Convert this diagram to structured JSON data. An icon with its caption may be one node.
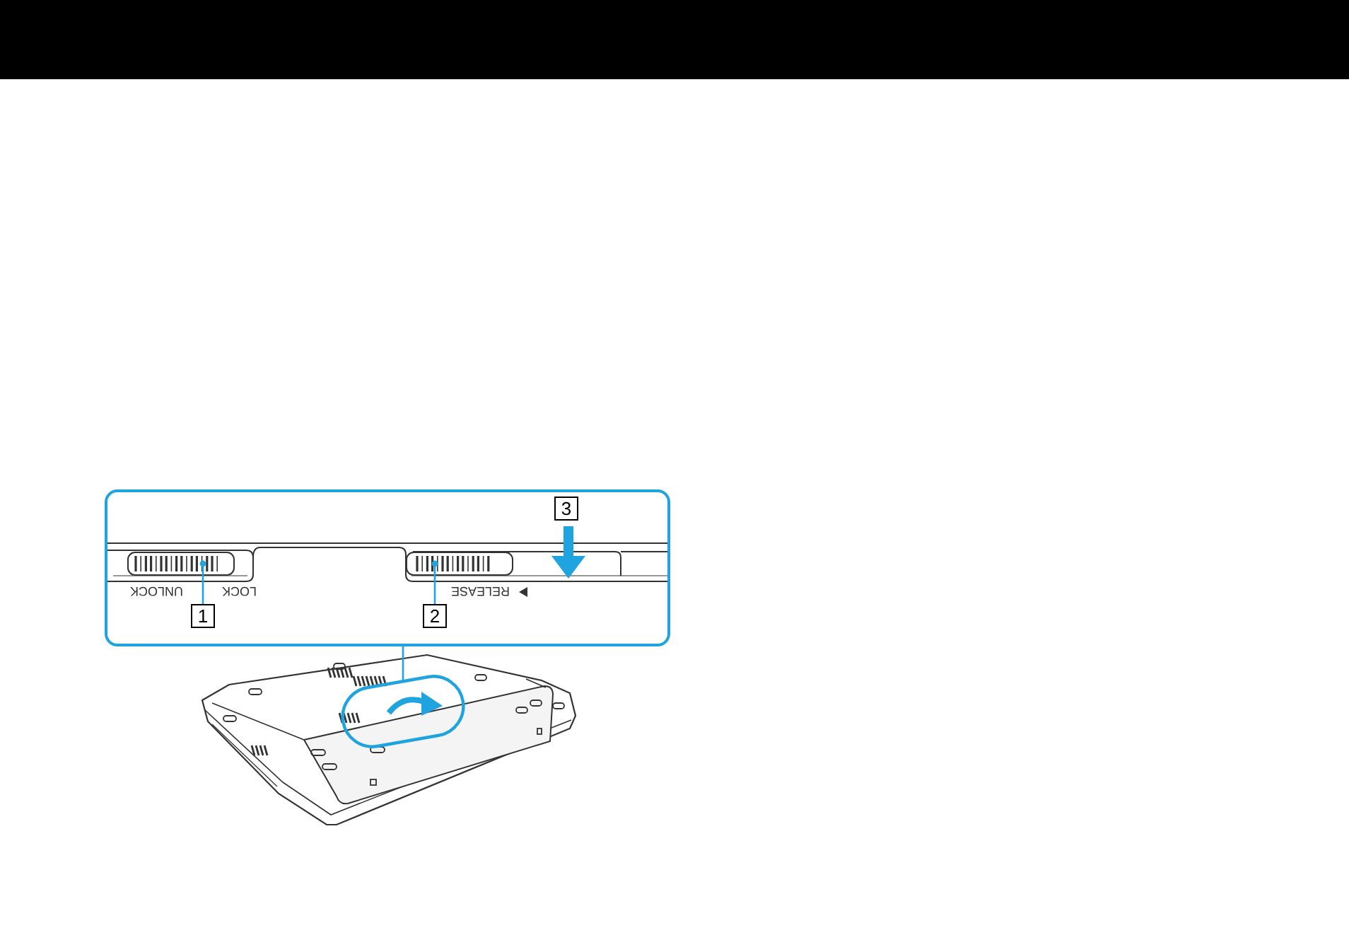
{
  "diagram": {
    "nodes": [
      {
        "text": [],
        "shape": "box"
      },
      {
        "text": [
          "3"
        ],
        "in": 0
      },
      {
        "text": [
          "1"
        ],
        "in": 0
      },
      {
        "text": [],
        "shape": "picture",
        "in": 0
      },
      {
        "text": [
          "2"
        ],
        "in": 0
      },
      {
        "text": [],
        "shape": "picture",
        "in": 0
      },
      {
        "text": [],
        "shape": "oval"
      }
    ],
    "edges": [
      {
        "from": 2,
        "to": 3,
        "arrow": "other"
      },
      {
        "from": 4,
        "to": 5,
        "arrow": "other"
      },
      {
        "from": 0,
        "to": 6,
        "arrow": "none"
      }
    ],
    "labels": [
      "UNLOCK",
      "LOCK",
      "RELEASE"
    ]
  }
}
